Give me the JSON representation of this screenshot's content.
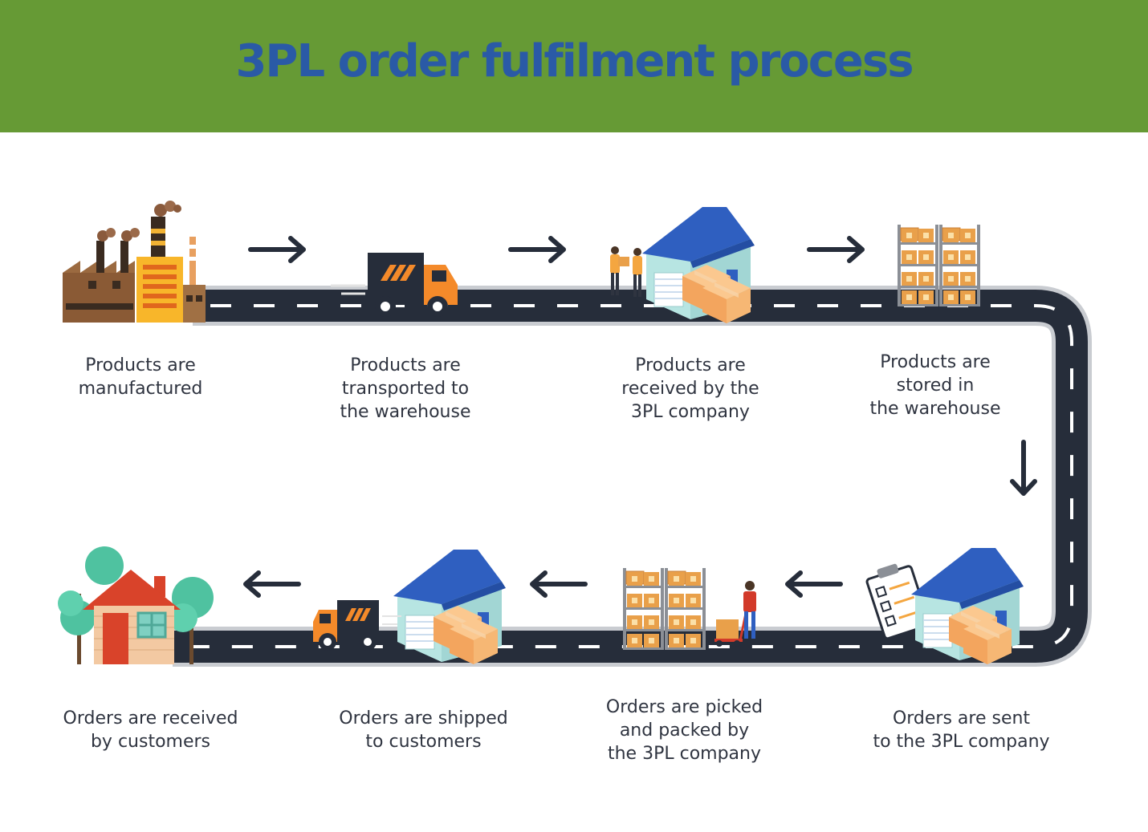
{
  "title": "3PL order fulfilment process",
  "colors": {
    "header_bg": "#669a35",
    "title": "#2a5aa6",
    "road": "#262d3a",
    "road_edge": "#c9ccd1",
    "arrow": "#262d3a",
    "box": "#f5b56f",
    "roof": "#2f5fc0",
    "wall": "#a8dcdc"
  },
  "steps": [
    {
      "id": "manufactured",
      "label": "Products are\nmanufactured",
      "icon": "factory-icon"
    },
    {
      "id": "transported",
      "label": "Products are\ntransported to\nthe warehouse",
      "icon": "truck-icon"
    },
    {
      "id": "received",
      "label": "Products are\nreceived by the\n3PL company",
      "icon": "warehouse-icon"
    },
    {
      "id": "stored",
      "label": "Products are\nstored in\nthe warehouse",
      "icon": "shelves-icon"
    },
    {
      "id": "sent",
      "label": "Orders are sent\nto the 3PL company",
      "icon": "clipboard-warehouse-icon"
    },
    {
      "id": "picked",
      "label": "Orders are picked\nand packed by\nthe 3PL company",
      "icon": "picker-icon"
    },
    {
      "id": "shipped",
      "label": "Orders are shipped\nto customers",
      "icon": "shipping-warehouse-icon"
    },
    {
      "id": "customers",
      "label": "Orders are received\nby customers",
      "icon": "house-icon"
    }
  ]
}
